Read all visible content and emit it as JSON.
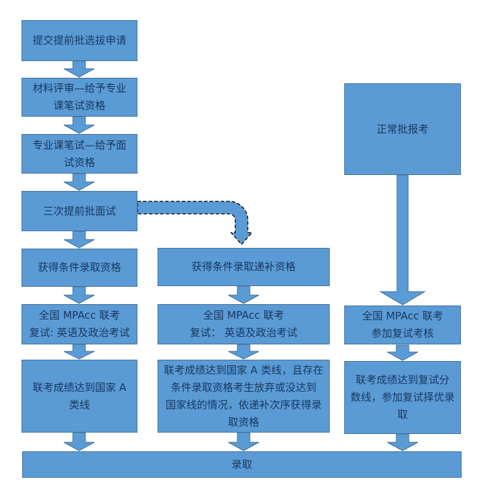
{
  "colors": {
    "box_fill": "#5B9BD5",
    "box_border": "#41719C",
    "text_color": "#17375E",
    "background": "#FFFFFF",
    "dash_outline": "#000000"
  },
  "flow": {
    "left": [
      {
        "label": "提交提前批选拔申请"
      },
      {
        "label": "材料评审—给予专业\n课笔试资格"
      },
      {
        "label": "专业课笔试—给予面\n试资格"
      },
      {
        "label": "三次提前批面试"
      },
      {
        "label": "获得条件录取资格"
      },
      {
        "label": "全国 MPAcc 联考\n复试: 英语及政治考试"
      },
      {
        "label": "联考成绩达到国家 A\n类线"
      }
    ],
    "middle": [
      {
        "label": "获得条件录取递补资格"
      },
      {
        "label": "全国 MPAcc 联考\n复试： 英语及政治考试"
      },
      {
        "label": "联考成绩达到国家 A 类线，且存在\n条件录取资格考生放弃或没达到\n国家线的情况，依递补次序获得录\n取资格"
      }
    ],
    "right": [
      {
        "label": "正常批报考"
      },
      {
        "label": "全国 MPAcc 联考\n参加复试考核"
      },
      {
        "label": "联考成绩达到复试分\n数线，参加复试择优录\n取"
      }
    ],
    "final": {
      "label": "录取"
    }
  }
}
